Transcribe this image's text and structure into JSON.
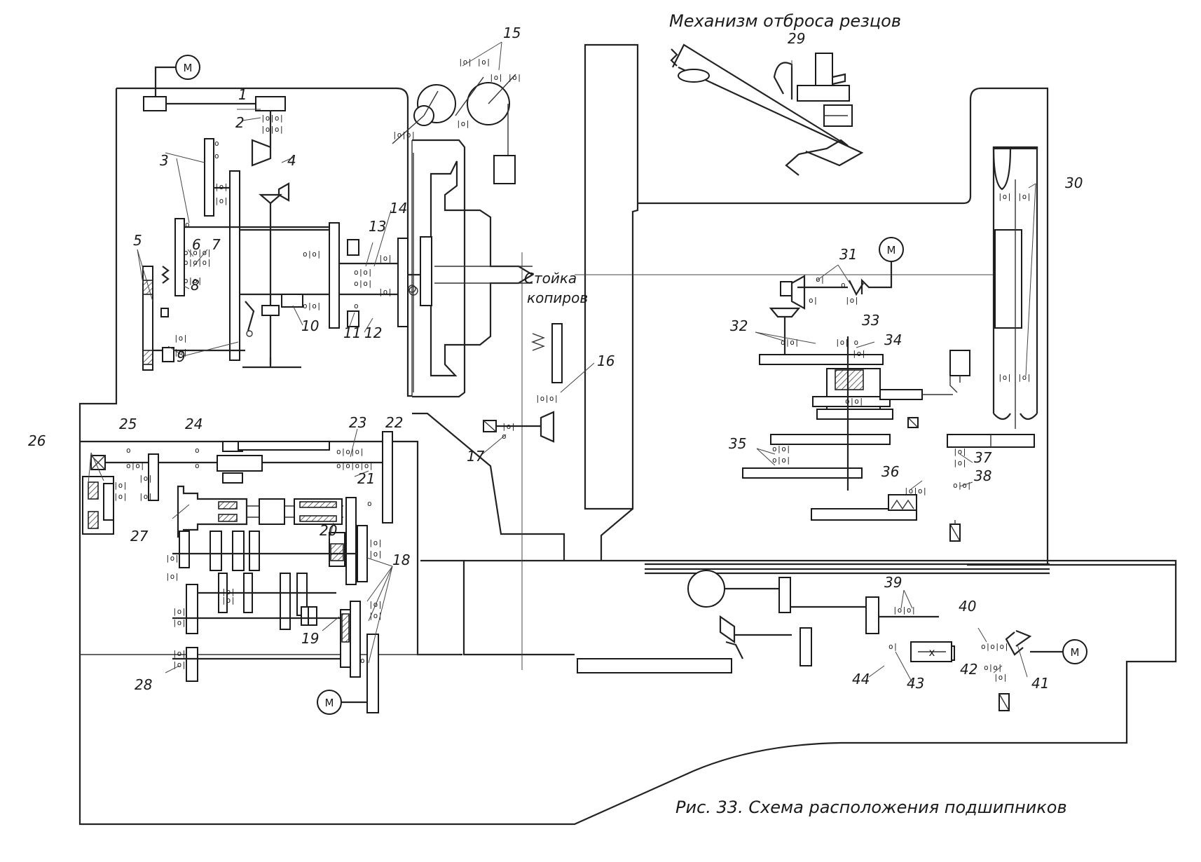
{
  "title": "Механизм отброса резцов",
  "caption": "Рис. 33. Схема расположения подшипников",
  "copier_stand": [
    "Стойка",
    "копиров"
  ],
  "motor_symbol": "М",
  "gear_mark": "x",
  "bearing_mark": "|o|",
  "position_numbers": [
    "1",
    "2",
    "3",
    "4",
    "5",
    "6",
    "7",
    "8",
    "9",
    "10",
    "11",
    "12",
    "13",
    "14",
    "15",
    "16",
    "17",
    "18",
    "19",
    "20",
    "21",
    "22",
    "23",
    "24",
    "25",
    "26",
    "27",
    "28",
    "29",
    "30",
    "31",
    "32",
    "33",
    "34",
    "35",
    "36",
    "37",
    "38",
    "39",
    "40",
    "41",
    "42",
    "43",
    "44"
  ]
}
